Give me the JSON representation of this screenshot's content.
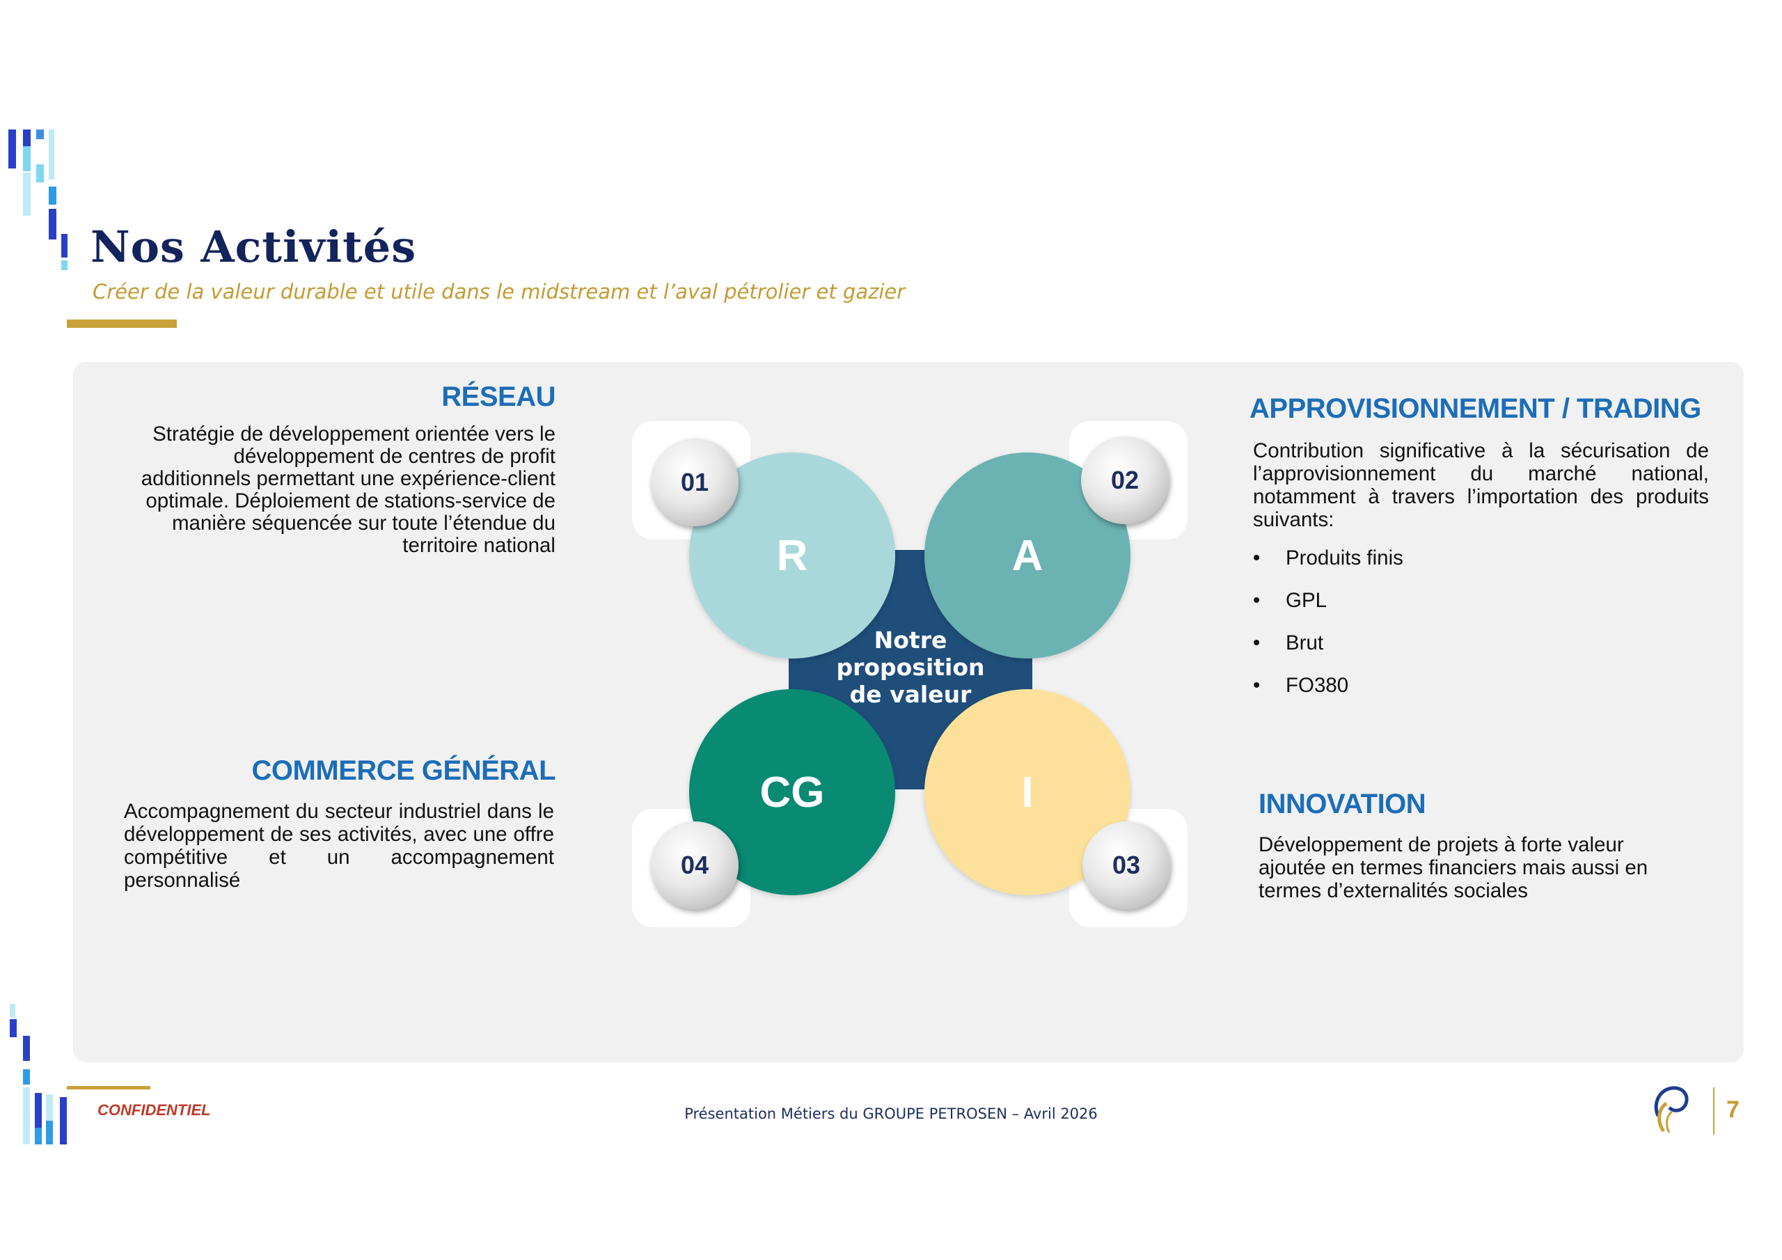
{
  "header": {
    "title": "Nos Activités",
    "subtitle": "Créer de la valeur durable et utile dans le midstream et l’aval pétrolier et gazier"
  },
  "colors": {
    "navy": "#13235b",
    "gold": "#c9a13a",
    "heading_blue": "#1b6db8",
    "petal_r": "#a8d8da",
    "petal_a": "#6bb3b2",
    "petal_cg": "#088a73",
    "petal_i": "#fde19a",
    "center": "#1f4e7a"
  },
  "sections": {
    "reseau": {
      "heading": "RÉSEAU",
      "lines": [
        "Stratégie de développement orientée vers le",
        "développement de centres de profit",
        "additionnels permettant une expérience-client",
        "optimale. Déploiement de stations-service de",
        "manière séquencée sur toute l’étendue du",
        "territoire national"
      ]
    },
    "approvisionnement": {
      "heading": "APPROVISIONNEMENT / TRADING",
      "text": "Contribution significative à la sécurisation de l’approvisionnement du marché national, notamment à travers l’importation des produits suivants:",
      "bullets": [
        "Produits finis",
        "GPL",
        "Brut",
        "FO380"
      ]
    },
    "commerce": {
      "heading": "COMMERCE GÉNÉRAL",
      "text": "Accompagnement du secteur industriel dans le développement de ses activités, avec une offre compétitive et un accompagnement personnalisé"
    },
    "innovation": {
      "heading": "INNOVATION",
      "lines": [
        "Développement de projets à forte valeur",
        "ajoutée en termes financiers mais aussi en",
        "termes d’externalités sociales"
      ]
    }
  },
  "diagram": {
    "center": [
      "Notre",
      "proposition",
      "de valeur"
    ],
    "petals": {
      "r": {
        "letter": "R",
        "badge": "01"
      },
      "a": {
        "letter": "A",
        "badge": "02"
      },
      "i": {
        "letter": "I",
        "badge": "03"
      },
      "cg": {
        "letter": "CG",
        "badge": "04"
      }
    }
  },
  "footer": {
    "confidential": "CONFIDENTIEL",
    "text": "Présentation Métiers du GROUPE PETROSEN  –  Avril 2026",
    "page": "7"
  },
  "icons": [
    "pixel-bars-decoration",
    "petrosen-logo-icon"
  ]
}
